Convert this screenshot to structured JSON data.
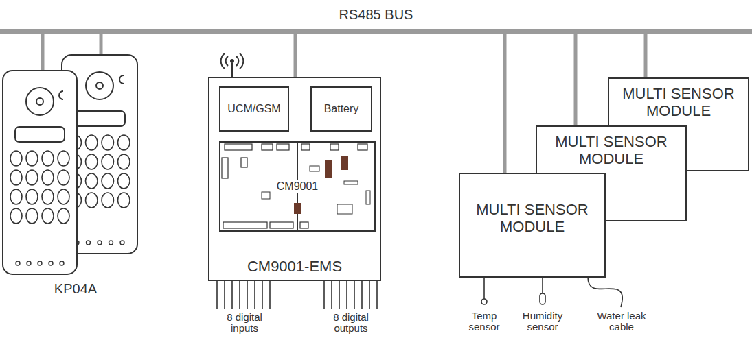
{
  "diagram": {
    "nodes": [
      {
        "text": [
          "RS485 BUS"
        ]
      },
      {
        "text": [
          "CM9001-EMS"
        ]
      },
      {
        "text": [
          "UCM/GSM"
        ],
        "in": 1
      },
      {
        "text": [
          "Battery"
        ],
        "in": 1
      },
      {
        "text": [
          "CM9001"
        ],
        "in": 1
      },
      {
        "text": [
          "MULTI SENSOR MODULE"
        ]
      },
      {
        "text": [
          "MULTI SENSOR MODULE"
        ]
      },
      {
        "text": [
          "MULTI SENSOR MODULE"
        ]
      }
    ],
    "edges": [
      {
        "from": 0,
        "to": 1,
        "arrow": "none"
      },
      {
        "from": 0,
        "to": 5,
        "arrow": "none"
      },
      {
        "from": 0,
        "to": 6,
        "arrow": "none"
      },
      {
        "from": 0,
        "to": 7,
        "arrow": "none"
      }
    ],
    "labels": [
      "KP04A",
      "8 digital inputs",
      "8 digital outputs",
      "Temp sensor",
      "Humidity sensor",
      "Water leak cable"
    ]
  }
}
